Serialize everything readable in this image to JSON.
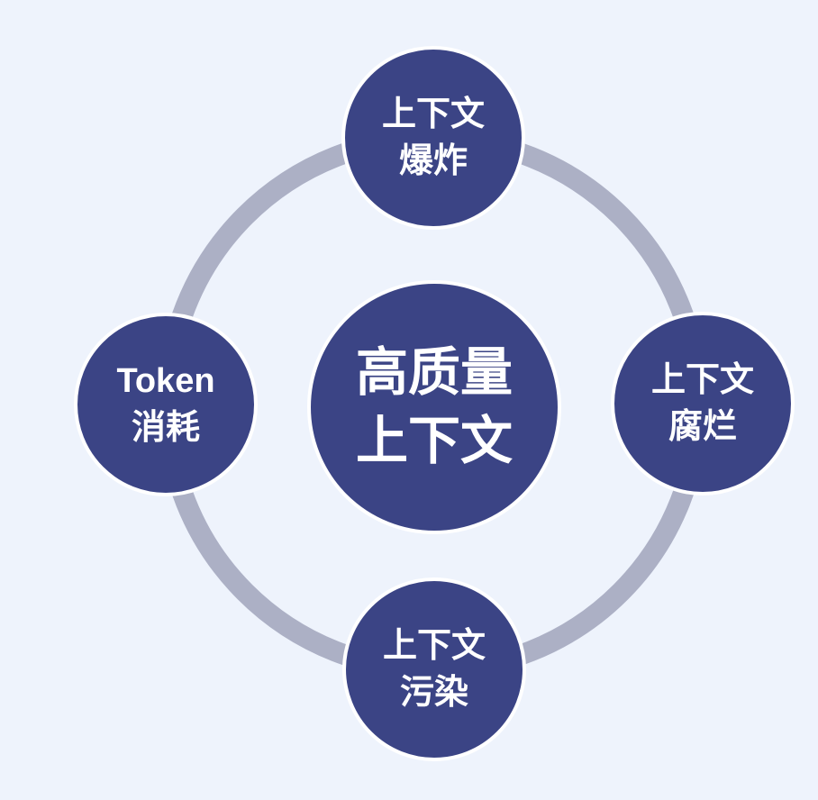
{
  "colors": {
    "background": "#EEF3FC",
    "node_fill": "#3B4485",
    "node_border": "#FFFFFF",
    "ring": "#ACB0C5",
    "text": "#FFFFFF"
  },
  "center": {
    "lines": [
      "高质量",
      "上下文"
    ]
  },
  "nodes": [
    {
      "position": "top",
      "lines": [
        "上下文",
        "爆炸"
      ]
    },
    {
      "position": "right",
      "lines": [
        "上下文",
        "腐烂"
      ]
    },
    {
      "position": "bottom",
      "lines": [
        "上下文",
        "污染"
      ]
    },
    {
      "position": "left",
      "lines": [
        "Token",
        "消耗"
      ]
    }
  ]
}
